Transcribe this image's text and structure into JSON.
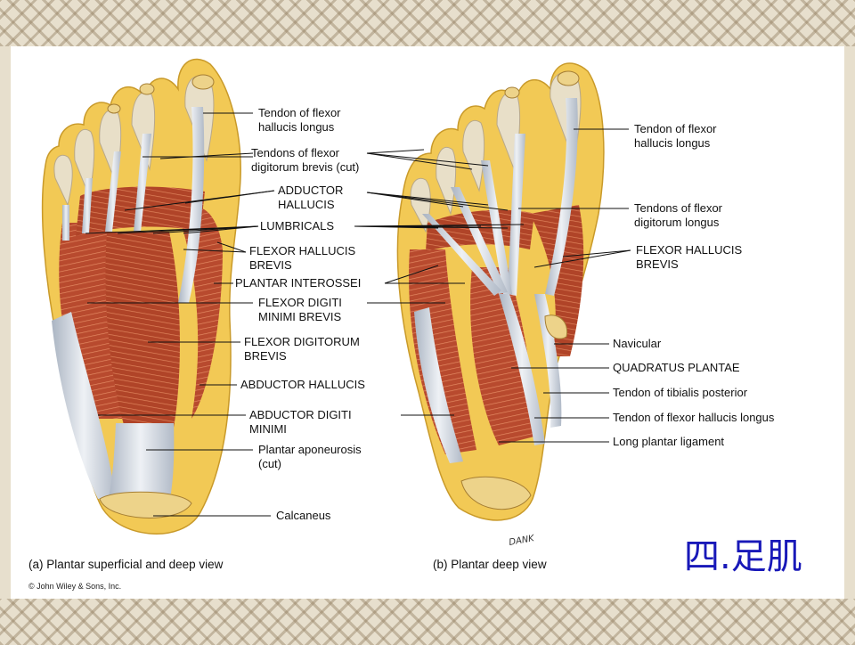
{
  "slide_title": "四.足肌",
  "figure_a": {
    "caption": "(a) Plantar superficial and deep view",
    "labels": [
      {
        "id": "a-tendon-fhl",
        "lines": [
          "Tendon of flexor",
          "hallucis longus"
        ]
      },
      {
        "id": "a-tendons-fdb",
        "lines": [
          "Tendons of flexor",
          "digitorum brevis (cut)"
        ]
      },
      {
        "id": "a-adductor-hallucis",
        "lines": [
          "ADDUCTOR",
          "HALLUCIS"
        ]
      },
      {
        "id": "a-lumbricals",
        "lines": [
          "LUMBRICALS"
        ]
      },
      {
        "id": "a-fhb",
        "lines": [
          "FLEXOR HALLUCIS",
          "BREVIS"
        ]
      },
      {
        "id": "a-plantar-interossei",
        "lines": [
          "PLANTAR INTEROSSEI"
        ]
      },
      {
        "id": "a-fdmb",
        "lines": [
          "FLEXOR DIGITI",
          "MINIMI BREVIS"
        ]
      },
      {
        "id": "a-fdb",
        "lines": [
          "FLEXOR DIGITORUM",
          "BREVIS"
        ]
      },
      {
        "id": "a-abductor-hallucis",
        "lines": [
          "ABDUCTOR HALLUCIS"
        ]
      },
      {
        "id": "a-adm",
        "lines": [
          "ABDUCTOR DIGITI",
          "MINIMI"
        ]
      },
      {
        "id": "a-plantar-aponeurosis",
        "lines": [
          "Plantar aponeurosis",
          "(cut)"
        ]
      },
      {
        "id": "a-calcaneus",
        "lines": [
          "Calcaneus"
        ]
      }
    ]
  },
  "figure_b": {
    "caption": "(b) Plantar deep view",
    "labels": [
      {
        "id": "b-tendon-fhl",
        "lines": [
          "Tendon of flexor",
          "hallucis longus"
        ]
      },
      {
        "id": "b-tendons-fdl",
        "lines": [
          "Tendons of flexor",
          "digitorum longus"
        ]
      },
      {
        "id": "b-fhb",
        "lines": [
          "FLEXOR HALLUCIS",
          "BREVIS"
        ]
      },
      {
        "id": "b-navicular",
        "lines": [
          "Navicular"
        ]
      },
      {
        "id": "b-quadratus",
        "lines": [
          "QUADRATUS PLANTAE"
        ]
      },
      {
        "id": "b-tibialis",
        "lines": [
          "Tendon of tibialis posterior"
        ]
      },
      {
        "id": "b-fhl-long",
        "lines": [
          "Tendon of flexor hallucis longus"
        ]
      },
      {
        "id": "b-long-plantar",
        "lines": [
          "Long plantar ligament"
        ]
      }
    ]
  },
  "copyright": "© John Wiley & Sons, Inc.",
  "artist_signature": "DANK"
}
